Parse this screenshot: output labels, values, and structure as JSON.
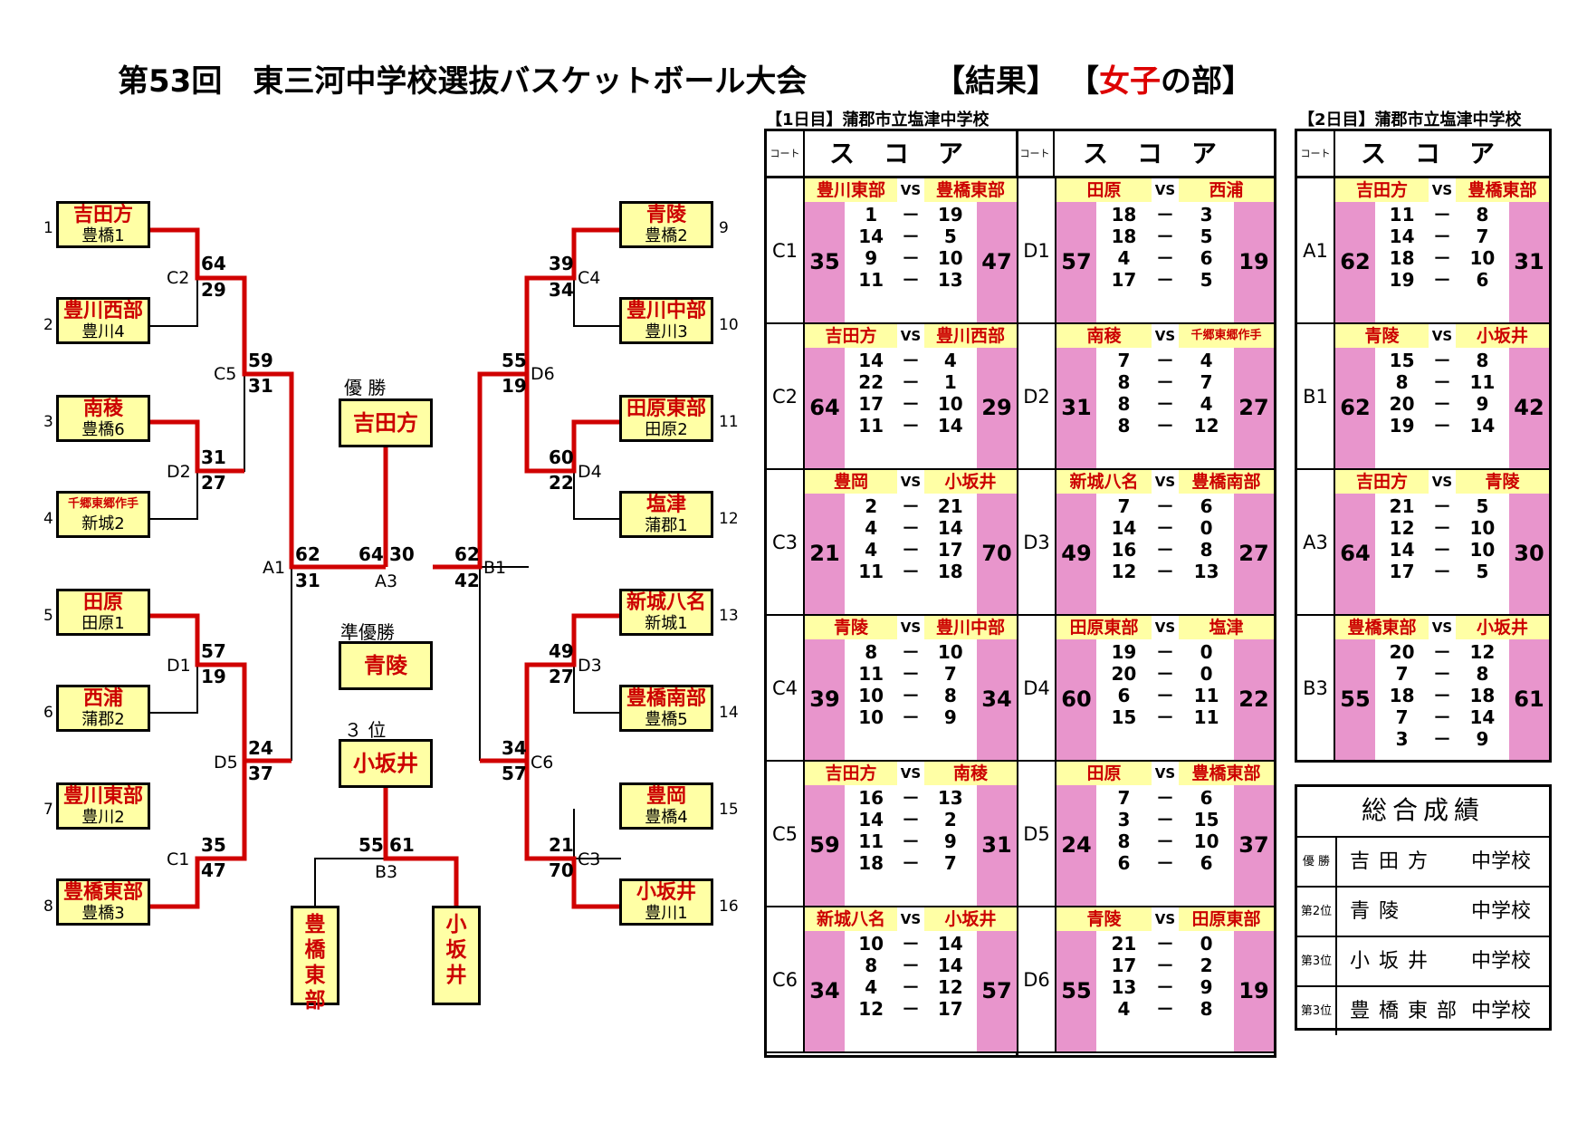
{
  "title": {
    "main": "第53回　東三河中学校選抜バスケットボール大会",
    "result": "【結果】",
    "sec_open": "【",
    "sec_red": "女子",
    "sec_rest": "の部】"
  },
  "bracket": {
    "teams": [
      {
        "seed": "1",
        "name": "吉田方",
        "sub": "豊橋1"
      },
      {
        "seed": "2",
        "name": "豊川西部",
        "sub": "豊川4"
      },
      {
        "seed": "3",
        "name": "南稜",
        "sub": "豊橋6"
      },
      {
        "seed": "4",
        "name": "千郷東郷作手",
        "sub": "新城2"
      },
      {
        "seed": "5",
        "name": "田原",
        "sub": "田原1"
      },
      {
        "seed": "6",
        "name": "西浦",
        "sub": "蒲郡2"
      },
      {
        "seed": "7",
        "name": "豊川東部",
        "sub": "豊川2"
      },
      {
        "seed": "8",
        "name": "豊橋東部",
        "sub": "豊橋3"
      },
      {
        "seed": "9",
        "name": "青陵",
        "sub": "豊橋2"
      },
      {
        "seed": "10",
        "name": "豊川中部",
        "sub": "豊川3"
      },
      {
        "seed": "11",
        "name": "田原東部",
        "sub": "田原2"
      },
      {
        "seed": "12",
        "name": "塩津",
        "sub": "蒲郡1"
      },
      {
        "seed": "13",
        "name": "新城八名",
        "sub": "新城1"
      },
      {
        "seed": "14",
        "name": "豊橋南部",
        "sub": "豊橋5"
      },
      {
        "seed": "15",
        "name": "豊岡",
        "sub": "豊橋4"
      },
      {
        "seed": "16",
        "name": "小坂井",
        "sub": "豊川1"
      }
    ],
    "labels": {
      "c2": "C2",
      "d2": "D2",
      "c5": "C5",
      "a1": "A1",
      "d1": "D1",
      "c1": "C1",
      "d5": "D5",
      "c4": "C4",
      "d4": "D4",
      "d6": "D6",
      "b1": "B1",
      "d3": "D3",
      "c3": "C3",
      "c6": "C6",
      "a3": "A3",
      "b3": "B3"
    },
    "scores": {
      "c2a": "64",
      "c2b": "29",
      "d2a": "31",
      "d2b": "27",
      "c5a": "59",
      "c5b": "31",
      "d1a": "57",
      "d1b": "19",
      "c1a": "35",
      "c1b": "47",
      "d5a": "24",
      "d5b": "37",
      "a1a": "62",
      "a1b": "31",
      "c4a": "39",
      "c4b": "34",
      "d4a": "60",
      "d4b": "22",
      "d6a": "55",
      "d6b": "19",
      "d3a": "49",
      "d3b": "27",
      "c3a": "21",
      "c3b": "70",
      "c6a": "34",
      "c6b": "57",
      "b1a": "62",
      "b1b": "42",
      "a3a": "64",
      "a3b": "30",
      "b3a": "55",
      "b3b": "61"
    },
    "placings": {
      "champ_label": "優 勝",
      "champ": "吉田方",
      "runner_label": "準優勝",
      "runner": "青陵",
      "third_label": "３ 位",
      "third": "小坂井",
      "third_a": "豊橋東部",
      "third_b": "小坂井"
    }
  },
  "day1": {
    "header": "【1日目】蒲郡市立塩津中学校",
    "court_hdr": "コート",
    "score_hdr": "スコア",
    "vs": "VS",
    "left": [
      {
        "court": "C1",
        "a": "豊川東部",
        "b": "豊橋東部",
        "ta": "35",
        "tb": "47",
        "q": [
          [
            "1",
            "19"
          ],
          [
            "14",
            "5"
          ],
          [
            "9",
            "10"
          ],
          [
            "11",
            "13"
          ]
        ]
      },
      {
        "court": "C2",
        "a": "吉田方",
        "b": "豊川西部",
        "ta": "64",
        "tb": "29",
        "q": [
          [
            "14",
            "4"
          ],
          [
            "22",
            "1"
          ],
          [
            "17",
            "10"
          ],
          [
            "11",
            "14"
          ]
        ]
      },
      {
        "court": "C3",
        "a": "豊岡",
        "b": "小坂井",
        "ta": "21",
        "tb": "70",
        "q": [
          [
            "2",
            "21"
          ],
          [
            "4",
            "14"
          ],
          [
            "4",
            "17"
          ],
          [
            "11",
            "18"
          ]
        ]
      },
      {
        "court": "C4",
        "a": "青陵",
        "b": "豊川中部",
        "ta": "39",
        "tb": "34",
        "q": [
          [
            "8",
            "10"
          ],
          [
            "11",
            "7"
          ],
          [
            "10",
            "8"
          ],
          [
            "10",
            "9"
          ]
        ]
      },
      {
        "court": "C5",
        "a": "吉田方",
        "b": "南稜",
        "ta": "59",
        "tb": "31",
        "q": [
          [
            "16",
            "13"
          ],
          [
            "14",
            "2"
          ],
          [
            "11",
            "9"
          ],
          [
            "18",
            "7"
          ]
        ]
      },
      {
        "court": "C6",
        "a": "新城八名",
        "b": "小坂井",
        "ta": "34",
        "tb": "57",
        "q": [
          [
            "10",
            "14"
          ],
          [
            "8",
            "14"
          ],
          [
            "4",
            "12"
          ],
          [
            "12",
            "17"
          ]
        ]
      }
    ],
    "right": [
      {
        "court": "D1",
        "a": "田原",
        "b": "西浦",
        "ta": "57",
        "tb": "19",
        "q": [
          [
            "18",
            "3"
          ],
          [
            "18",
            "5"
          ],
          [
            "4",
            "6"
          ],
          [
            "17",
            "5"
          ]
        ]
      },
      {
        "court": "D2",
        "a": "南稜",
        "b": "千郷東郷作手",
        "ta": "31",
        "tb": "27",
        "q": [
          [
            "7",
            "4"
          ],
          [
            "8",
            "7"
          ],
          [
            "8",
            "4"
          ],
          [
            "8",
            "12"
          ]
        ]
      },
      {
        "court": "D3",
        "a": "新城八名",
        "b": "豊橋南部",
        "ta": "49",
        "tb": "27",
        "q": [
          [
            "7",
            "6"
          ],
          [
            "14",
            "0"
          ],
          [
            "16",
            "8"
          ],
          [
            "12",
            "13"
          ]
        ]
      },
      {
        "court": "D4",
        "a": "田原東部",
        "b": "塩津",
        "ta": "60",
        "tb": "22",
        "q": [
          [
            "19",
            "0"
          ],
          [
            "20",
            "0"
          ],
          [
            "6",
            "11"
          ],
          [
            "15",
            "11"
          ]
        ]
      },
      {
        "court": "D5",
        "a": "田原",
        "b": "豊橋東部",
        "ta": "24",
        "tb": "37",
        "q": [
          [
            "7",
            "6"
          ],
          [
            "3",
            "15"
          ],
          [
            "8",
            "10"
          ],
          [
            "6",
            "6"
          ]
        ]
      },
      {
        "court": "D6",
        "a": "青陵",
        "b": "田原東部",
        "ta": "55",
        "tb": "19",
        "q": [
          [
            "21",
            "0"
          ],
          [
            "17",
            "2"
          ],
          [
            "13",
            "9"
          ],
          [
            "4",
            "8"
          ]
        ]
      }
    ]
  },
  "day2": {
    "header": "【2日目】蒲郡市立塩津中学校",
    "court_hdr": "コート",
    "score_hdr": "スコア",
    "vs": "VS",
    "matches": [
      {
        "court": "A1",
        "a": "吉田方",
        "b": "豊橋東部",
        "ta": "62",
        "tb": "31",
        "q": [
          [
            "11",
            "8"
          ],
          [
            "14",
            "7"
          ],
          [
            "18",
            "10"
          ],
          [
            "19",
            "6"
          ]
        ]
      },
      {
        "court": "B1",
        "a": "青陵",
        "b": "小坂井",
        "ta": "62",
        "tb": "42",
        "q": [
          [
            "15",
            "8"
          ],
          [
            "8",
            "11"
          ],
          [
            "20",
            "9"
          ],
          [
            "19",
            "14"
          ]
        ]
      },
      {
        "court": "A3",
        "a": "吉田方",
        "b": "青陵",
        "ta": "64",
        "tb": "30",
        "q": [
          [
            "21",
            "5"
          ],
          [
            "12",
            "10"
          ],
          [
            "14",
            "10"
          ],
          [
            "17",
            "5"
          ]
        ]
      },
      {
        "court": "B3",
        "a": "豊橋東部",
        "b": "小坂井",
        "ta": "55",
        "tb": "61",
        "q": [
          [
            "20",
            "12"
          ],
          [
            "7",
            "8"
          ],
          [
            "18",
            "18"
          ],
          [
            "7",
            "14"
          ],
          [
            "3",
            "9"
          ]
        ]
      }
    ]
  },
  "overall": {
    "title": "総合成績",
    "rows": [
      {
        "rank": "優 勝",
        "name": "吉田方",
        "suffix": "中学校"
      },
      {
        "rank": "第2位",
        "name": "青陵",
        "suffix": "中学校"
      },
      {
        "rank": "第3位",
        "name": "小坂井",
        "suffix": "中学校"
      },
      {
        "rank": "第3位",
        "name": "豊橋東部",
        "suffix": "中学校"
      }
    ]
  },
  "colors": {
    "accent_red": "#d00000",
    "box_yellow": "#ffffa5",
    "score_pink": "#e895cc"
  }
}
